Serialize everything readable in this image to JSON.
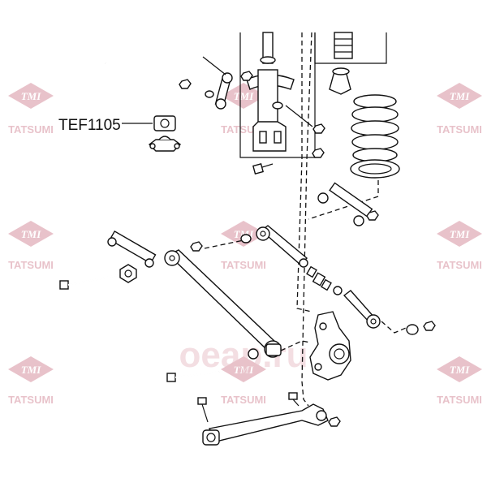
{
  "callout": {
    "part_number": "TEF1105"
  },
  "watermark": {
    "logo_text": "TMI",
    "brand_text": "TATSUMI",
    "center_text": "oeap.ru",
    "color": "#e6bcc4"
  }
}
